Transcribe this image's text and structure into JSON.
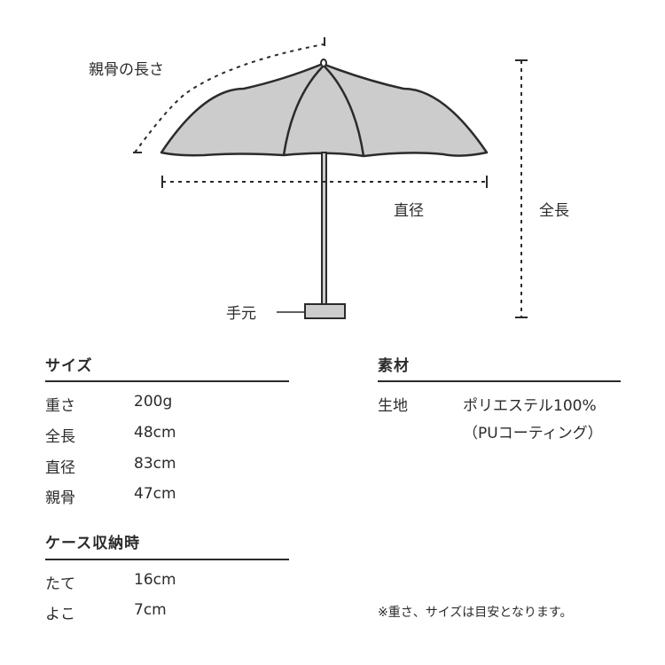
{
  "diagram": {
    "label_rib": "親骨の長さ",
    "label_diameter": "直径",
    "label_total": "全長",
    "label_handle": "手元",
    "canopy_fill": "#cccccc",
    "line_color": "#2b2b2b"
  },
  "size": {
    "title": "サイズ",
    "rows": [
      {
        "key": "重さ",
        "value": "200g"
      },
      {
        "key": "全長",
        "value": "48cm"
      },
      {
        "key": "直径",
        "value": "83cm"
      },
      {
        "key": "親骨",
        "value": "47cm"
      }
    ]
  },
  "case": {
    "title": "ケース収納時",
    "rows": [
      {
        "key": "たて",
        "value": "16cm"
      },
      {
        "key": "よこ",
        "value": "7cm"
      }
    ]
  },
  "material": {
    "title": "素材",
    "key": "生地",
    "value_line1": "ポリエステル100%",
    "value_line2": "（PUコーティング）"
  },
  "note": "※重さ、サイズは目安となります。"
}
